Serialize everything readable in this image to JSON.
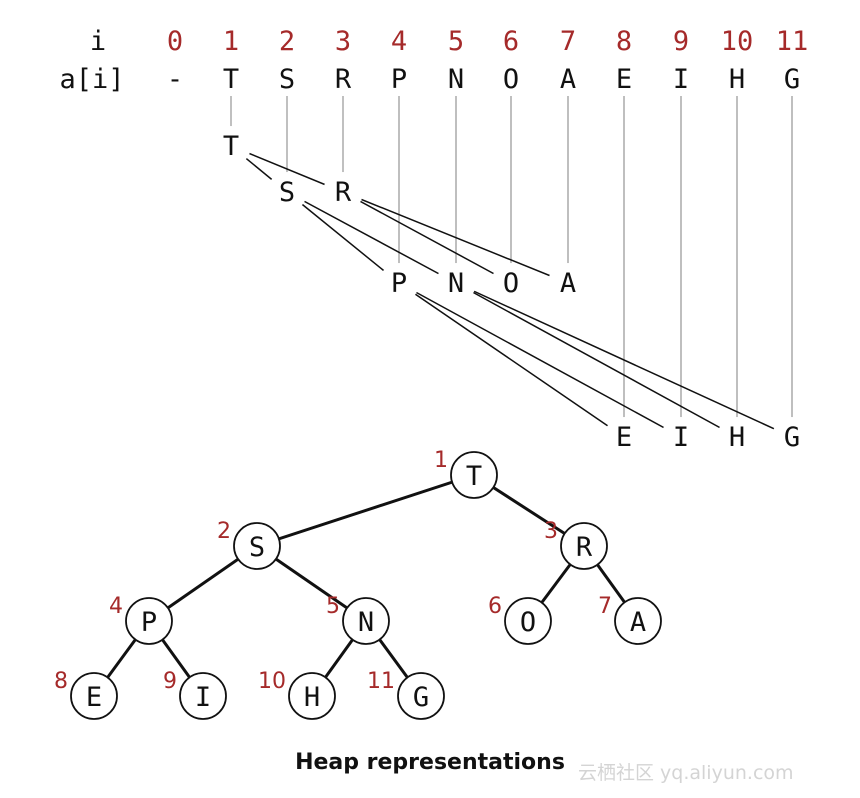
{
  "header": {
    "index_label": "i",
    "array_label": "a[i]"
  },
  "indices": [
    "0",
    "1",
    "2",
    "3",
    "4",
    "5",
    "6",
    "7",
    "8",
    "9",
    "10",
    "11"
  ],
  "array_values": [
    "-",
    "T",
    "S",
    "R",
    "P",
    "N",
    "O",
    "A",
    "E",
    "I",
    "H",
    "G"
  ],
  "tree_nodes": [
    {
      "index": "1",
      "letter": "T",
      "parent": null
    },
    {
      "index": "2",
      "letter": "S",
      "parent": 1
    },
    {
      "index": "3",
      "letter": "R",
      "parent": 1
    },
    {
      "index": "4",
      "letter": "P",
      "parent": 2
    },
    {
      "index": "5",
      "letter": "N",
      "parent": 2
    },
    {
      "index": "6",
      "letter": "O",
      "parent": 3
    },
    {
      "index": "7",
      "letter": "A",
      "parent": 3
    },
    {
      "index": "8",
      "letter": "E",
      "parent": 4
    },
    {
      "index": "9",
      "letter": "I",
      "parent": 4
    },
    {
      "index": "10",
      "letter": "H",
      "parent": 5
    },
    {
      "index": "11",
      "letter": "G",
      "parent": 5
    }
  ],
  "caption": "Heap representations",
  "watermark": "云栖社区 yq.aliyun.com",
  "colors": {
    "index_color": "#a52a2a",
    "line_color": "#111111",
    "guide_color": "#aaaaaa"
  }
}
